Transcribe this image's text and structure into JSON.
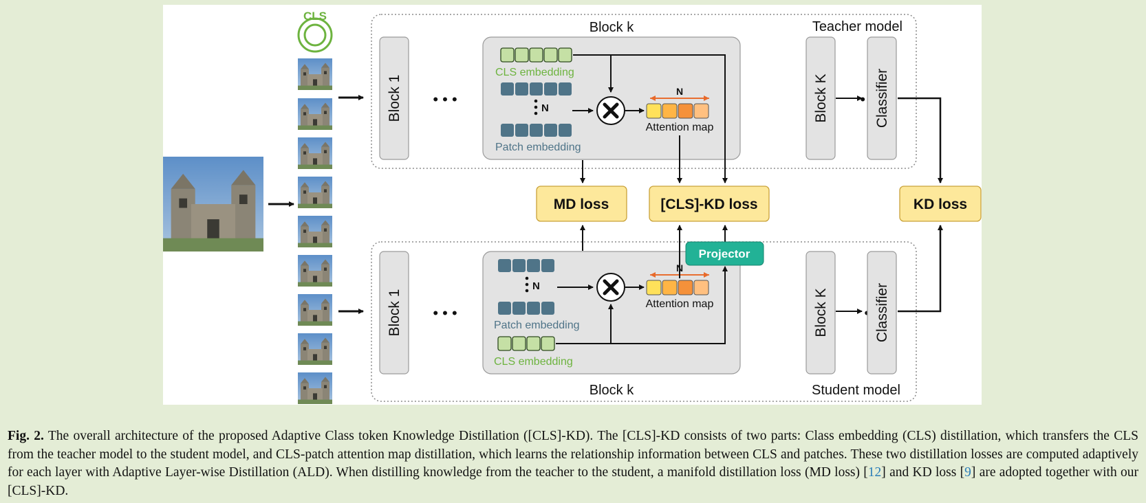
{
  "diagram": {
    "cls_token_label": "CLS",
    "teacher": {
      "model_label": "Teacher model",
      "block1_label": "Block 1",
      "blockk_label": "Block k",
      "blockK_label": "Block K",
      "classifier_label": "Classifier",
      "cls_embedding_label": "CLS embedding",
      "patch_embedding_label": "Patch embedding",
      "n_label": "N",
      "attention_n_label": "N",
      "attention_map_label": "Attention map"
    },
    "student": {
      "model_label": "Student model",
      "block1_label": "Block 1",
      "blockk_label": "Block k",
      "blockK_label": "Block K",
      "classifier_label": "Classifier",
      "cls_embedding_label": "CLS embedding",
      "patch_embedding_label": "Patch embedding",
      "n_label": "N",
      "attention_n_label": "N",
      "attention_map_label": "Attention map"
    },
    "losses": {
      "md": "MD loss",
      "cls_kd": "[CLS]-KD loss",
      "kd": "KD loss"
    },
    "projector_label": "Projector",
    "ellipsis": "• • •",
    "colors": {
      "cls_green": "#c5e0a5",
      "patch_blue": "#4f7488",
      "loss_yellow": "#fde89b",
      "projector_teal": "#22b296",
      "block_gray": "#e3e3e3",
      "attn_1": "#ffe15a",
      "attn_2": "#ffb545",
      "attn_3": "#f5913a",
      "attn_4": "#ffc080",
      "arrow_orange": "#e86a2b"
    }
  },
  "caption": {
    "fig_label": "Fig. 2.",
    "text_1": "The overall architecture of the proposed Adaptive Class token Knowledge Distillation ([CLS]-KD). The [CLS]-KD consists of two parts: Class embedding (CLS) distillation, which transfers the CLS from the teacher model to the student model, and CLS-patch attention map distillation, which learns the relationship information between CLS and patches. These two distillation losses are computed adaptively for each layer with Adaptive Layer-wise Distillation (ALD). When distilling knowledge from the teacher to the student, a manifold distillation loss (MD loss) [",
    "ref_1": "12",
    "text_2": "] and KD loss [",
    "ref_2": "9",
    "text_3": "] are adopted together with our [CLS]-KD."
  }
}
